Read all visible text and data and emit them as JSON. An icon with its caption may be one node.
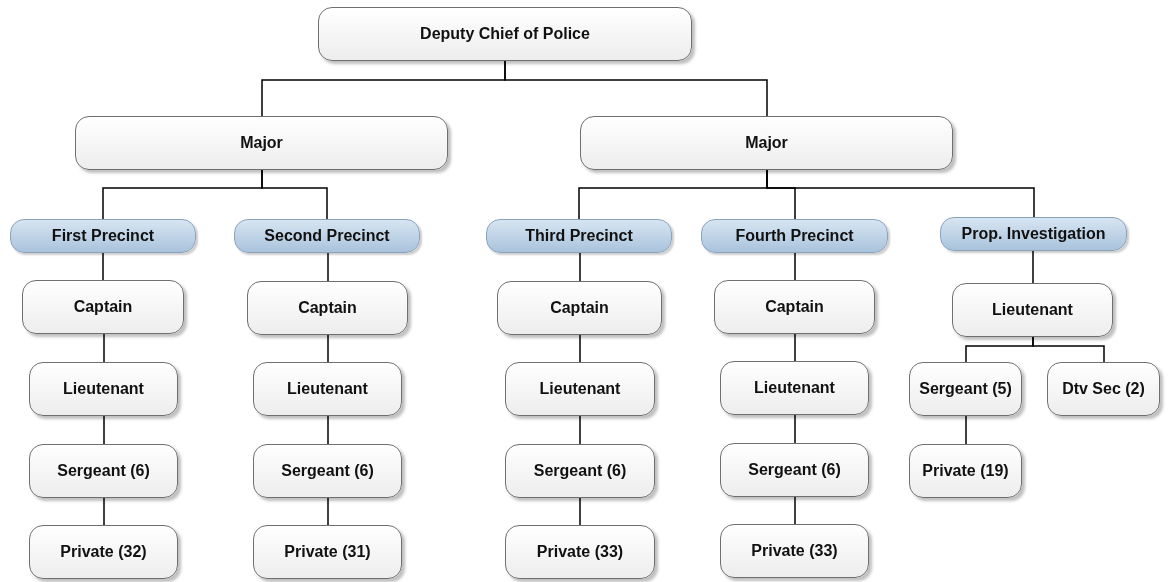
{
  "diagram": {
    "nodes": [
      {
        "text": [
          "Deputy Chief of Police"
        ]
      },
      {
        "text": [
          "Major"
        ]
      },
      {
        "text": [
          "Major"
        ]
      },
      {
        "text": [
          "First Precinct"
        ]
      },
      {
        "text": [
          "Second Precinct"
        ]
      },
      {
        "text": [
          "Third Precinct"
        ]
      },
      {
        "text": [
          "Fourth Precinct"
        ]
      },
      {
        "text": [
          "Prop. Investigation"
        ]
      },
      {
        "text": [
          "Captain"
        ]
      },
      {
        "text": [
          "Lieutenant"
        ]
      },
      {
        "text": [
          "Sergeant (6)"
        ]
      },
      {
        "text": [
          "Private (32)"
        ]
      },
      {
        "text": [
          "Captain"
        ]
      },
      {
        "text": [
          "Lieutenant"
        ]
      },
      {
        "text": [
          "Sergeant (6)"
        ]
      },
      {
        "text": [
          "Private (31)"
        ]
      },
      {
        "text": [
          "Captain"
        ]
      },
      {
        "text": [
          "Lieutenant"
        ]
      },
      {
        "text": [
          "Sergeant (6)"
        ]
      },
      {
        "text": [
          "Private (33)"
        ]
      },
      {
        "text": [
          "Captain"
        ]
      },
      {
        "text": [
          "Lieutenant"
        ]
      },
      {
        "text": [
          "Sergeant (6)"
        ]
      },
      {
        "text": [
          "Private (33)"
        ]
      },
      {
        "text": [
          "Lieutenant"
        ]
      },
      {
        "text": [
          "Sergeant (5)"
        ]
      },
      {
        "text": [
          "Dtv Sec (2)"
        ]
      },
      {
        "text": [
          "Private (19)"
        ]
      }
    ],
    "edges": [
      {
        "from": 0,
        "to": 1,
        "arrow": "none"
      },
      {
        "from": 0,
        "to": 2,
        "arrow": "none"
      },
      {
        "from": 1,
        "to": 3,
        "arrow": "none"
      },
      {
        "from": 1,
        "to": 4,
        "arrow": "none"
      },
      {
        "from": 2,
        "to": 5,
        "arrow": "none"
      },
      {
        "from": 2,
        "to": 6,
        "arrow": "none"
      },
      {
        "from": 2,
        "to": 7,
        "arrow": "none"
      },
      {
        "from": 3,
        "to": 8,
        "arrow": "none"
      },
      {
        "from": 8,
        "to": 9,
        "arrow": "none"
      },
      {
        "from": 9,
        "to": 10,
        "arrow": "none"
      },
      {
        "from": 10,
        "to": 11,
        "arrow": "none"
      },
      {
        "from": 4,
        "to": 12,
        "arrow": "none"
      },
      {
        "from": 12,
        "to": 13,
        "arrow": "none"
      },
      {
        "from": 13,
        "to": 14,
        "arrow": "none"
      },
      {
        "from": 14,
        "to": 15,
        "arrow": "none"
      },
      {
        "from": 5,
        "to": 16,
        "arrow": "none"
      },
      {
        "from": 16,
        "to": 17,
        "arrow": "none"
      },
      {
        "from": 17,
        "to": 18,
        "arrow": "none"
      },
      {
        "from": 18,
        "to": 19,
        "arrow": "none"
      },
      {
        "from": 6,
        "to": 20,
        "arrow": "none"
      },
      {
        "from": 20,
        "to": 21,
        "arrow": "none"
      },
      {
        "from": 21,
        "to": 22,
        "arrow": "none"
      },
      {
        "from": 22,
        "to": 23,
        "arrow": "none"
      },
      {
        "from": 7,
        "to": 24,
        "arrow": "none"
      },
      {
        "from": 24,
        "to": 25,
        "arrow": "none"
      },
      {
        "from": 24,
        "to": 26,
        "arrow": "none"
      },
      {
        "from": 25,
        "to": 27,
        "arrow": "none"
      }
    ]
  }
}
